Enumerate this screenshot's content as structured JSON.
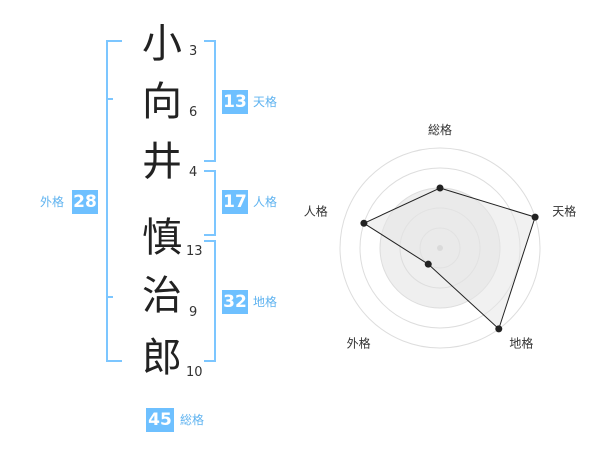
{
  "name": {
    "chars": [
      "小",
      "向",
      "井",
      "慎",
      "治",
      "郎"
    ],
    "strokes": [
      "3",
      "6",
      "4",
      "13",
      "9",
      "10"
    ]
  },
  "fortunes": {
    "tenkaku": {
      "label": "天格",
      "value": "13"
    },
    "jinkaku": {
      "label": "人格",
      "value": "17"
    },
    "chikaku": {
      "label": "地格",
      "value": "32"
    },
    "gaikaku": {
      "label": "外格",
      "value": "28"
    },
    "soukaku": {
      "label": "総格",
      "value": "45"
    }
  },
  "colors": {
    "accent": "#6ec0ff",
    "bracket": "#7cc6ff",
    "label": "#5fb3f0"
  },
  "chart_data": {
    "type": "radar",
    "axes": [
      "総格",
      "天格",
      "地格",
      "外格",
      "人格"
    ],
    "values": [
      3,
      5,
      5,
      1,
      4
    ],
    "max": 5,
    "rings": 5,
    "grid": true
  }
}
